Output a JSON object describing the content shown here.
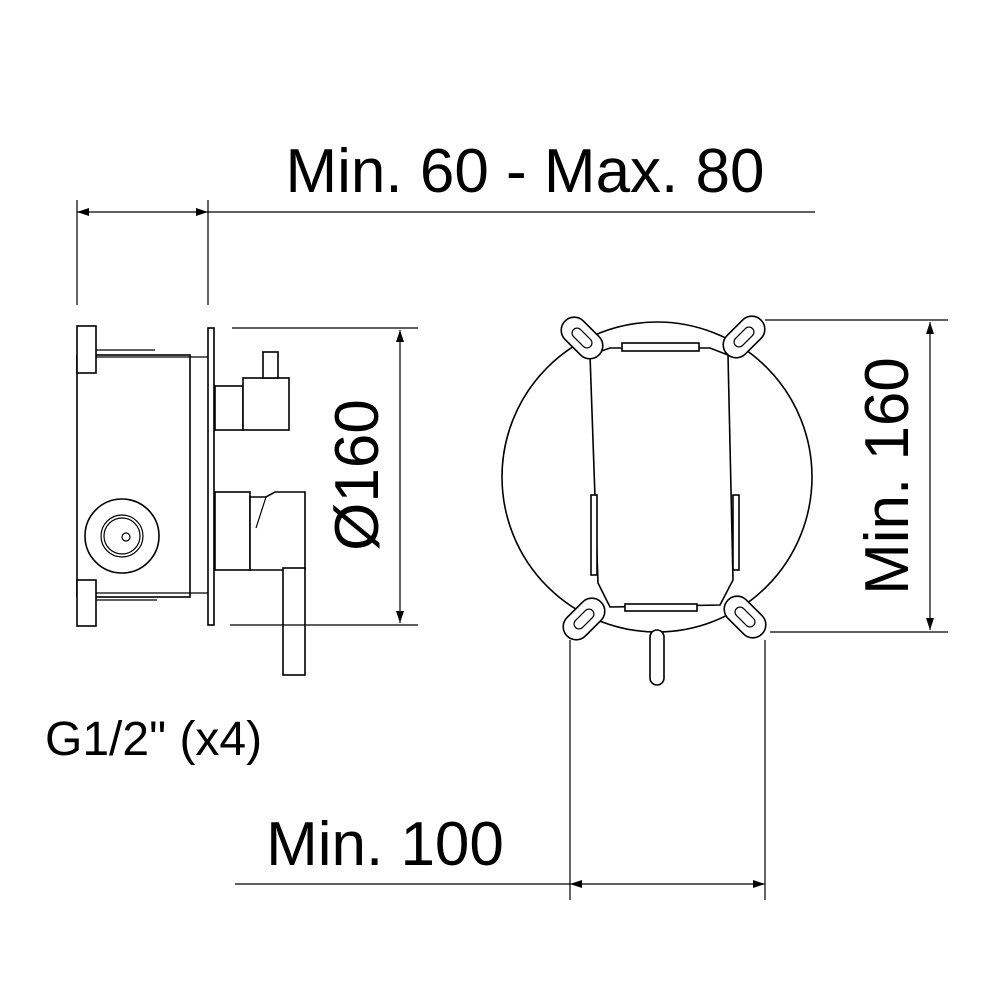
{
  "dimensions": {
    "depth": "Min. 60 - Max. 80",
    "plate_diameter": "Ø160",
    "height": "Min. 160",
    "width": "Min. 100",
    "connections": "G1/2\" (x4)"
  },
  "colors": {
    "line": "#000000",
    "background": "#ffffff"
  }
}
